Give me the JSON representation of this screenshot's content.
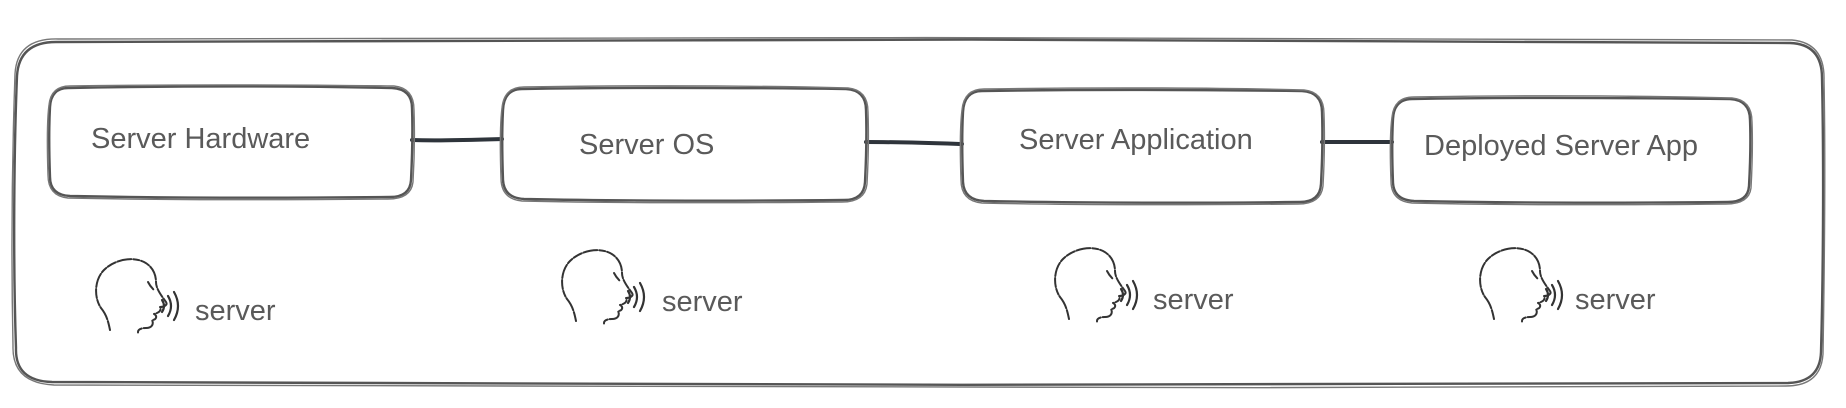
{
  "colors": {
    "stroke": "#555555",
    "connector": "#2e343b",
    "text": "#5a5a5a",
    "background": "#ffffff"
  },
  "components": [
    {
      "label": "Server Hardware",
      "actor_label": "server",
      "actor_icon": "speaking-head-icon"
    },
    {
      "label": "Server OS",
      "actor_label": "server",
      "actor_icon": "speaking-head-icon"
    },
    {
      "label": "Server Application",
      "actor_label": "server",
      "actor_icon": "speaking-head-icon"
    },
    {
      "label": "Deployed Server App",
      "actor_label": "server",
      "actor_icon": "speaking-head-icon"
    }
  ]
}
